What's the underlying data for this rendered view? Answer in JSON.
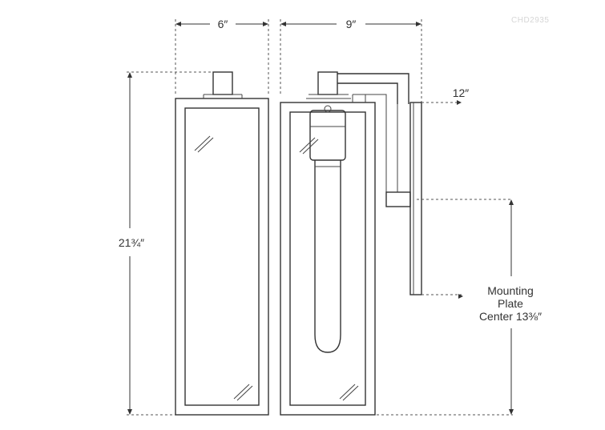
{
  "product_code": "CHD2935",
  "dimensions": {
    "width_front": "6″",
    "width_side": "9″",
    "extension": "12″",
    "height": "21¾″",
    "mounting_plate": {
      "line1": "Mounting",
      "line2": "Plate",
      "line3": "Center 13⅜″"
    }
  }
}
